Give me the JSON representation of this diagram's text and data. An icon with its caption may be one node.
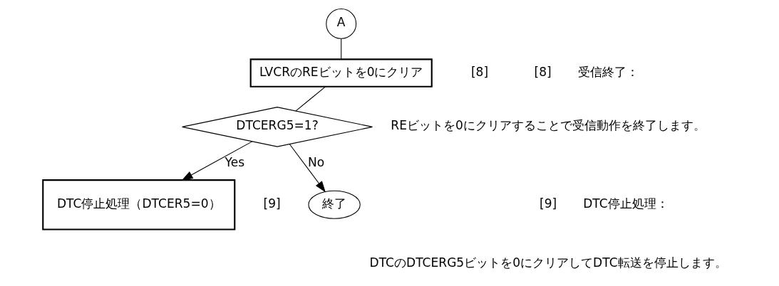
{
  "diagram": {
    "nodes": [
      {
        "text": [
          "A"
        ]
      },
      {
        "text": [
          "LVCRのREビットを0にクリア"
        ],
        "beside": [
          "[8]"
        ]
      },
      {
        "text": [
          "DTCERG5=1?"
        ]
      },
      {
        "text": [
          "終了"
        ]
      },
      {
        "text": [
          "DTC停止処理（DTCER5=0）"
        ],
        "beside": [
          "[9]"
        ]
      }
    ],
    "edges": [
      {
        "from": 0,
        "to": 1,
        "arrow": "none"
      },
      {
        "from": 1,
        "to": 2,
        "arrow": "none"
      },
      {
        "from": 2,
        "to": 3,
        "arrow": "to",
        "label": "No"
      },
      {
        "from": 2,
        "to": 4,
        "arrow": "to",
        "label": "Yes"
      }
    ],
    "labels": [
      "[8]",
      "受信終了：",
      "REビットを0にクリアすることで受信動作を終了します。",
      "[9]",
      "DTC停止処理：",
      "DTCのDTCERG5ビットを0にクリアしてDTC転送を停止します。"
    ]
  }
}
